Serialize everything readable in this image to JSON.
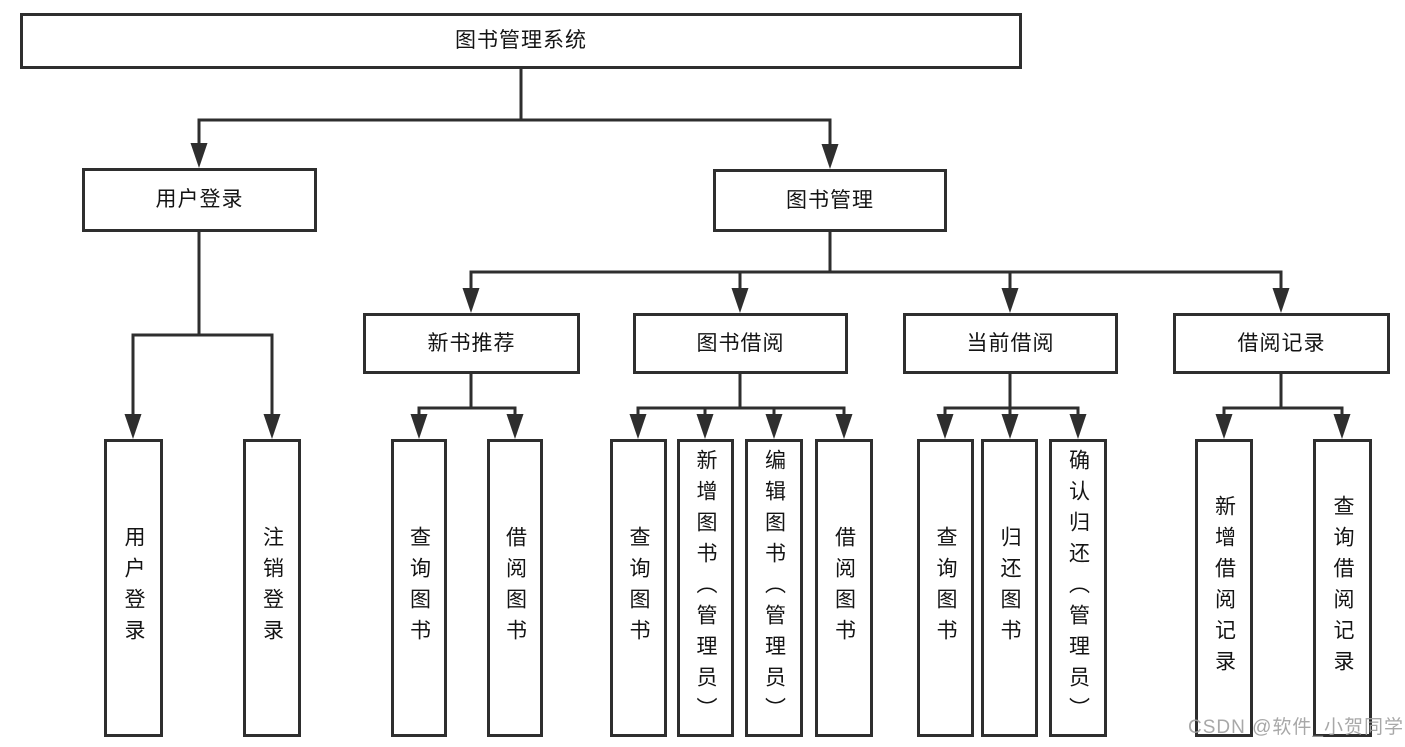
{
  "diagram": {
    "type": "hierarchy-tree",
    "title": "图书管理系统",
    "nodes": {
      "root": {
        "label": "图书管理系统"
      },
      "user_login": {
        "label": "用户登录"
      },
      "book_mgmt": {
        "label": "图书管理"
      },
      "new_books": {
        "label": "新书推荐"
      },
      "book_borrow": {
        "label": "图书借阅"
      },
      "current_borrow": {
        "label": "当前借阅"
      },
      "borrow_records": {
        "label": "借阅记录"
      },
      "g1_login": {
        "label": "用户登录"
      },
      "g1_logout": {
        "label": "注销登录"
      },
      "g2_query": {
        "label": "查询图书"
      },
      "g2_borrow": {
        "label": "借阅图书"
      },
      "g3_query": {
        "label": "查询图书"
      },
      "g3_add": {
        "label": "新增图书（管理员）"
      },
      "g3_edit": {
        "label": "编辑图书（管理员）"
      },
      "g3_borrow": {
        "label": "借阅图书"
      },
      "g4_query": {
        "label": "查询图书"
      },
      "g4_return": {
        "label": "归还图书"
      },
      "g4_confirm": {
        "label": "确认归还（管理员）"
      },
      "g5_add": {
        "label": "新增借阅记录"
      },
      "g5_query": {
        "label": "查询借阅记录"
      }
    },
    "edges": [
      [
        "root",
        "user_login"
      ],
      [
        "root",
        "book_mgmt"
      ],
      [
        "user_login",
        "g1_login"
      ],
      [
        "user_login",
        "g1_logout"
      ],
      [
        "book_mgmt",
        "new_books"
      ],
      [
        "book_mgmt",
        "book_borrow"
      ],
      [
        "book_mgmt",
        "current_borrow"
      ],
      [
        "book_mgmt",
        "borrow_records"
      ],
      [
        "new_books",
        "g2_query"
      ],
      [
        "new_books",
        "g2_borrow"
      ],
      [
        "book_borrow",
        "g3_query"
      ],
      [
        "book_borrow",
        "g3_add"
      ],
      [
        "book_borrow",
        "g3_edit"
      ],
      [
        "book_borrow",
        "g3_borrow"
      ],
      [
        "current_borrow",
        "g4_query"
      ],
      [
        "current_borrow",
        "g4_return"
      ],
      [
        "current_borrow",
        "g4_confirm"
      ],
      [
        "borrow_records",
        "g5_add"
      ],
      [
        "borrow_records",
        "g5_query"
      ]
    ],
    "watermark": "CSDN @软件_小贺同学",
    "colors": {
      "line": "#2e2e2e",
      "box_border": "#2e2e2e",
      "box_fill": "#ffffff",
      "text": "#141414",
      "watermark": "#9e9e9e",
      "background": "#ffffff"
    }
  }
}
